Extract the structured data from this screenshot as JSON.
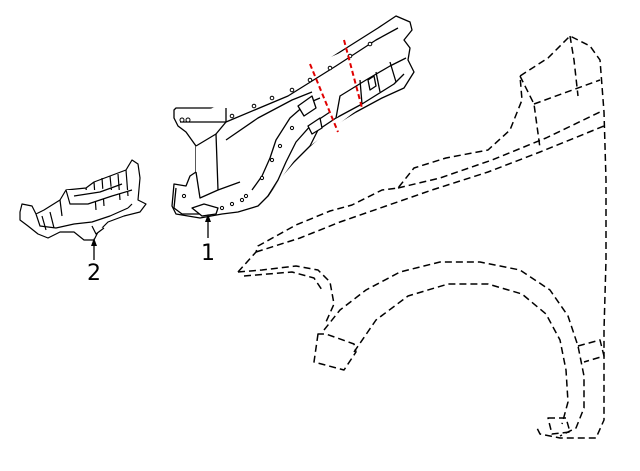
{
  "callouts": [
    {
      "id": "1",
      "label": "1"
    },
    {
      "id": "2",
      "label": "2"
    }
  ],
  "colors": {
    "line": "#000000",
    "cut_line": "#e00000",
    "background": "#ffffff"
  },
  "parts": {
    "part_1": "apron-rail-icon",
    "part_2": "bracket-icon",
    "fender": "fender-outline-icon"
  }
}
